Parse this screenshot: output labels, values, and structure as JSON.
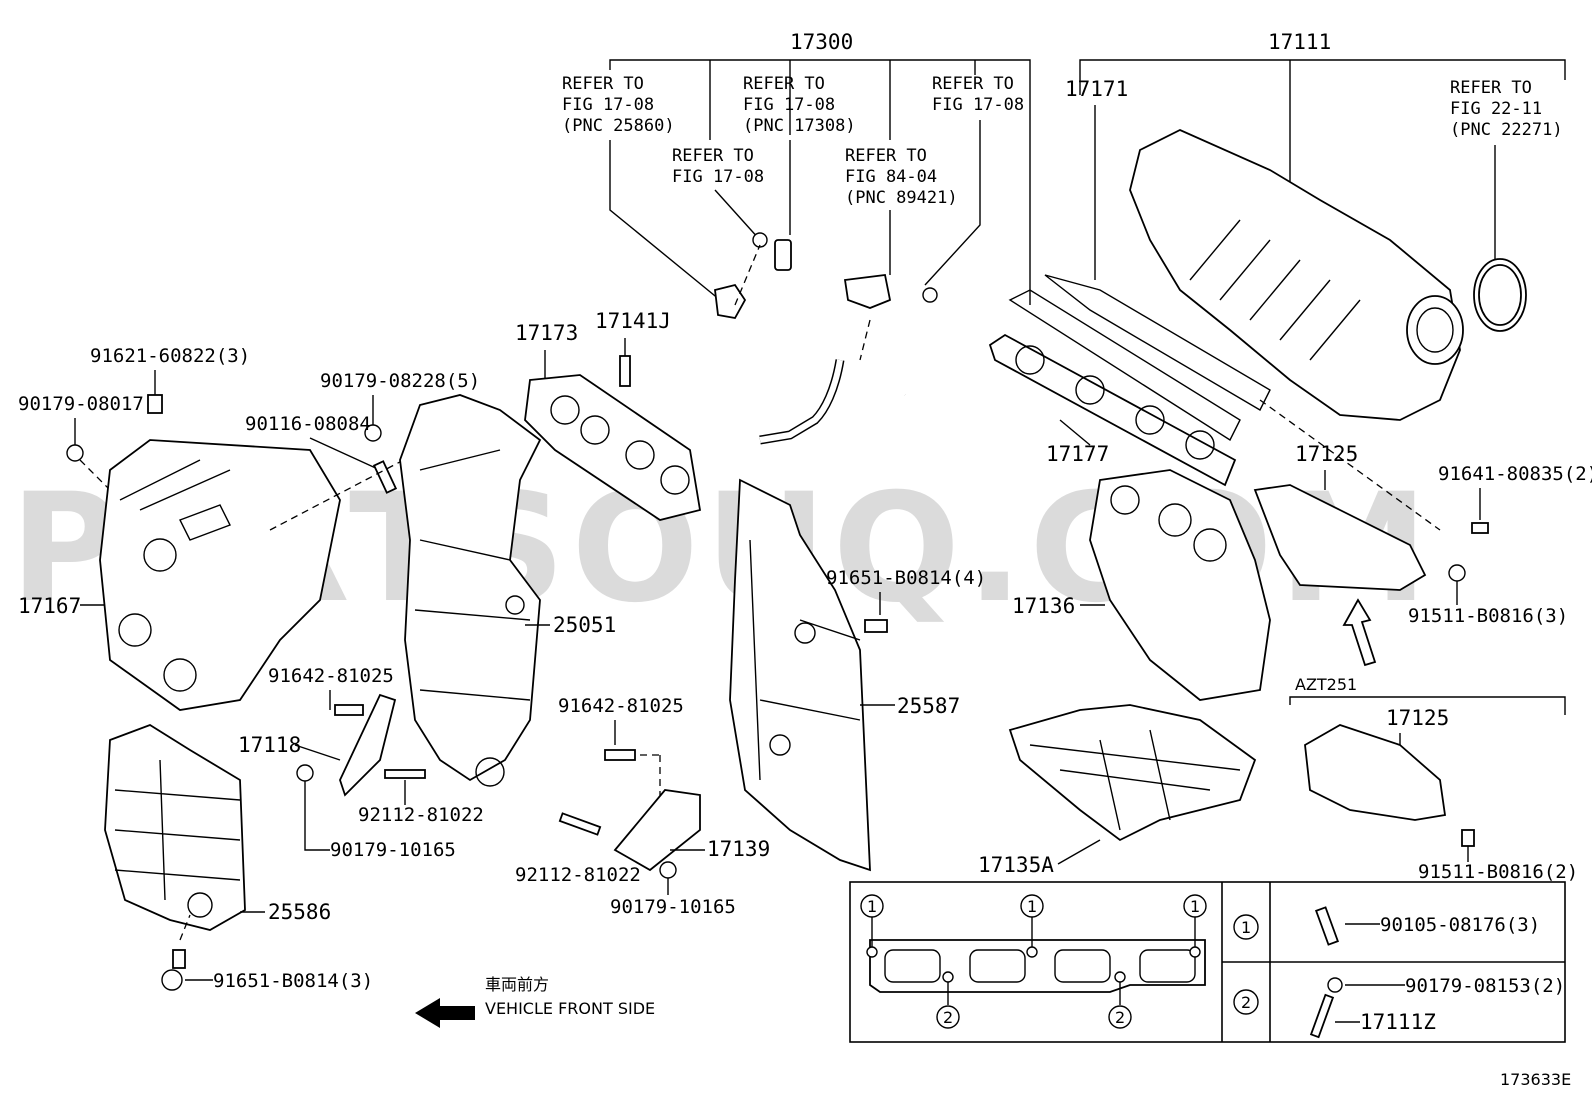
{
  "watermark": "PARTSOUQ.COM",
  "figure_code": "173633E",
  "front_note": {
    "jp": "車両前方",
    "en": "VEHICLE FRONT SIDE"
  },
  "variant_label": "AZT251",
  "parts": {
    "p17300": "17300",
    "p17111": "17111",
    "p17171": "17171",
    "p17173": "17173",
    "p17141J": "17141J",
    "p17177": "17177",
    "p17125a": "17125",
    "p17125b": "17125",
    "p17167": "17167",
    "p25051": "25051",
    "p17136": "17136",
    "p25587": "25587",
    "p17118": "17118",
    "p17139": "17139",
    "p17135A": "17135A",
    "p25586": "25586",
    "p17111Z": "17111Z"
  },
  "fasteners": {
    "f91621": "91621-60822(3)",
    "f90179_08017": "90179-08017",
    "f90179_08228": "90179-08228(5)",
    "f90116": "90116-08084",
    "f91641": "91641-80835(2)",
    "f91651_4": "91651-B0814(4)",
    "f91511_3": "91511-B0816(3)",
    "f91642a": "91642-81025",
    "f91642b": "91642-81025",
    "f92112a": "92112-81022",
    "f92112b": "92112-81022",
    "f90179_10165a": "90179-10165",
    "f90179_10165b": "90179-10165",
    "f91511_2": "91511-B0816(2)",
    "f91651_3": "91651-B0814(3)",
    "f90105": "90105-08176(3)",
    "f90179_08153": "90179-08153(2)"
  },
  "refers": {
    "r1": [
      "REFER TO",
      "FIG 17-08",
      "(PNC 25860)"
    ],
    "r2": [
      "REFER TO",
      "FIG 17-08",
      "(PNC 17308)"
    ],
    "r3": [
      "REFER TO",
      "FIG 17-08"
    ],
    "r4": [
      "REFER TO",
      "FIG 17-08"
    ],
    "r5": [
      "REFER TO",
      "FIG 84-04",
      "(PNC 89421)"
    ],
    "r6": [
      "REFER TO",
      "FIG 22-11",
      "(PNC 22271)"
    ]
  },
  "legend": {
    "marker1": "1",
    "marker2": "2"
  }
}
